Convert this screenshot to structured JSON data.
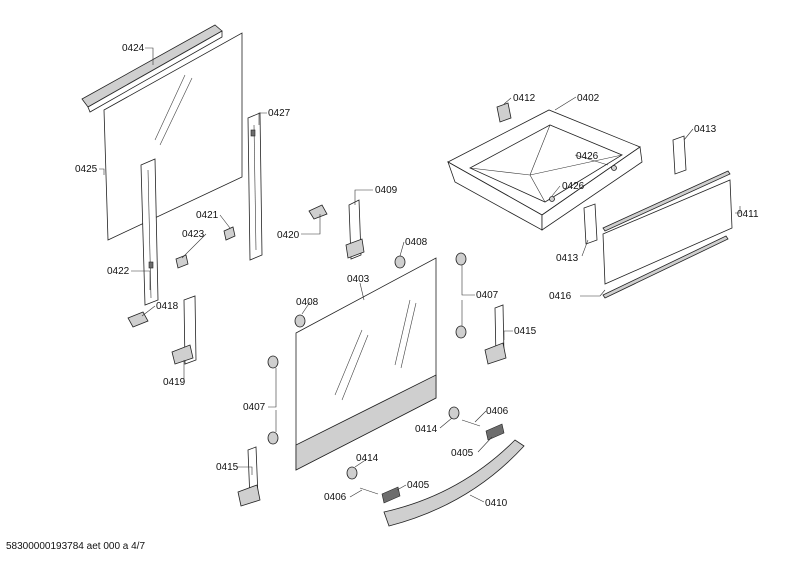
{
  "labels": [
    {
      "id": "0424"
    },
    {
      "id": "0427"
    },
    {
      "id": "0425"
    },
    {
      "id": "0421"
    },
    {
      "id": "0423"
    },
    {
      "id": "0420"
    },
    {
      "id": "0422"
    },
    {
      "id": "0418"
    },
    {
      "id": "0419"
    },
    {
      "id": "0409"
    },
    {
      "id": "0408"
    },
    {
      "id": "0403"
    },
    {
      "id": "0408"
    },
    {
      "id": "0407"
    },
    {
      "id": "0407"
    },
    {
      "id": "0415"
    },
    {
      "id": "0415"
    },
    {
      "id": "0414"
    },
    {
      "id": "0406"
    },
    {
      "id": "0405"
    },
    {
      "id": "0414"
    },
    {
      "id": "0406"
    },
    {
      "id": "0405"
    },
    {
      "id": "0410"
    },
    {
      "id": "0412"
    },
    {
      "id": "0402"
    },
    {
      "id": "0426"
    },
    {
      "id": "0426"
    },
    {
      "id": "0413"
    },
    {
      "id": "0413"
    },
    {
      "id": "0411"
    },
    {
      "id": "0416"
    }
  ],
  "footer": "58300000193784 aet 000 a 4/7"
}
